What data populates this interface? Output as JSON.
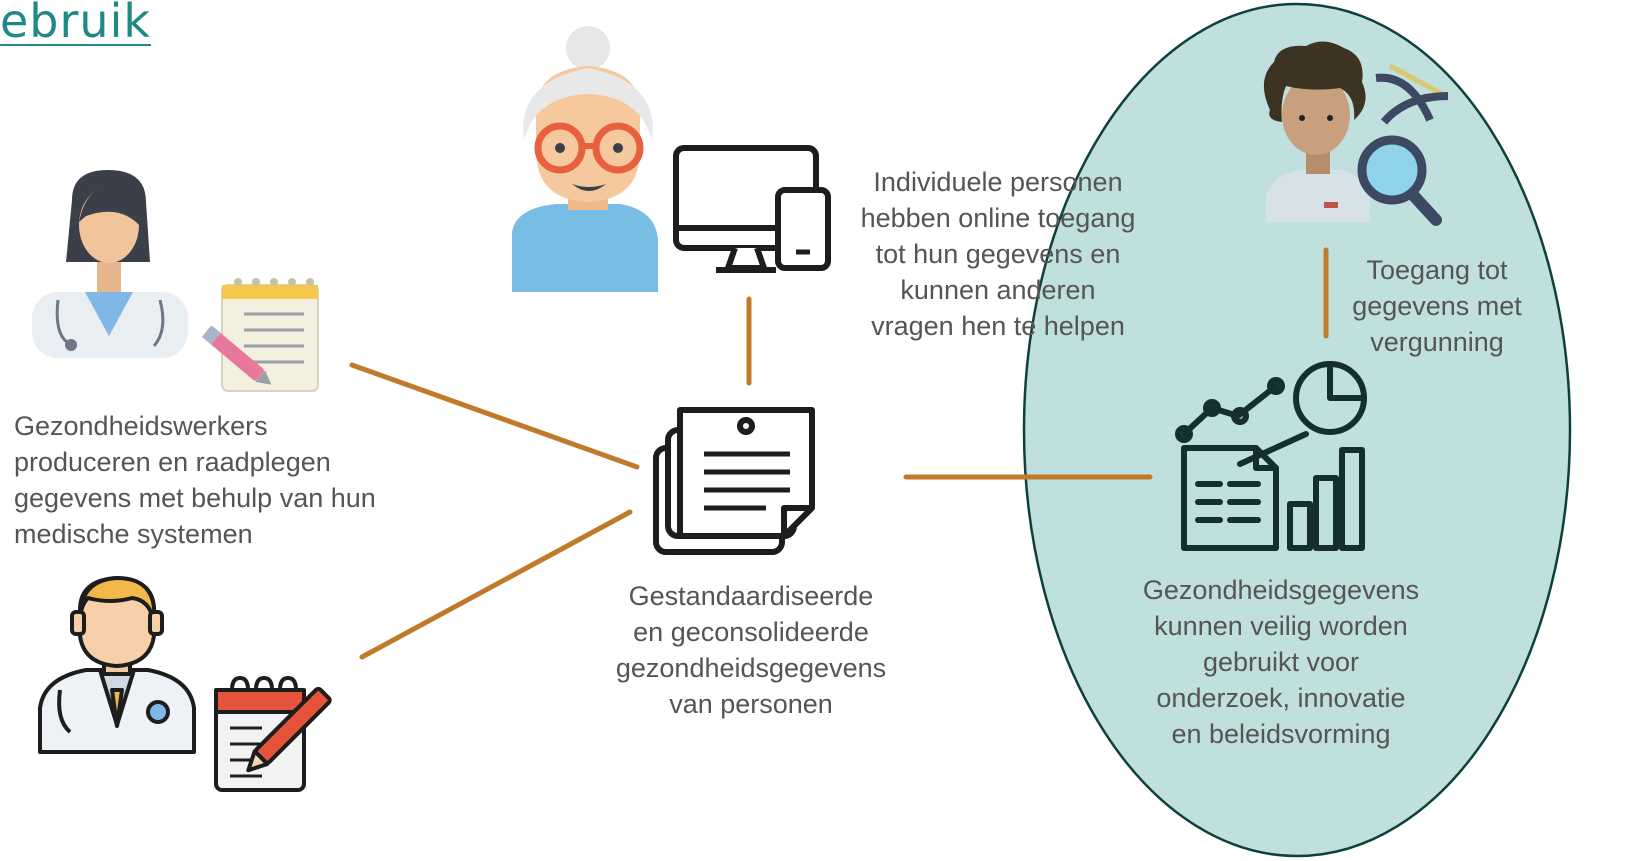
{
  "header": {
    "title_text": "ebruik"
  },
  "colors": {
    "accent": "#c07a2a",
    "highlight_fill": "#bfe0dd",
    "highlight_stroke": "#10403d",
    "link": "#1f8a84",
    "text": "#555555"
  },
  "nodes": {
    "health_workers": {
      "label": [
        "Gezondheidswerkers",
        "produceren en raadplegen",
        "gegevens met behulp van hun",
        "medische systemen"
      ]
    },
    "individuals": {
      "label": [
        "Individuele personen",
        "hebben online toegang",
        "tot hun gegevens en",
        "kunnen anderen",
        "vragen hen te helpen"
      ]
    },
    "standardized_data": {
      "label": [
        "Gestandaardiseerde",
        "en geconsolideerde",
        "gezondheidsgegevens",
        "van personen"
      ]
    },
    "researcher_access": {
      "label": [
        "Toegang tot",
        "gegevens met",
        "vergunning"
      ]
    },
    "secondary_use": {
      "label": [
        "Gezondheidsgegevens",
        "kunnen veilig worden",
        "gebruikt voor",
        "onderzoek, innovatie",
        "en beleidsvorming"
      ]
    }
  },
  "icons": [
    "female-doctor-icon",
    "notepad-icon",
    "male-doctor-icon",
    "clipboard-pen-icon",
    "elderly-woman-icon",
    "devices-icon",
    "documents-icon",
    "researcher-icon",
    "dna-icon",
    "magnifier-icon",
    "analytics-icon"
  ]
}
